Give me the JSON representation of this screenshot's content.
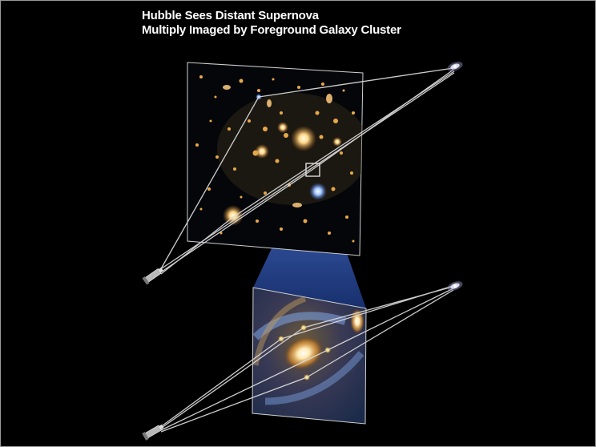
{
  "title": {
    "line1": "Hubble Sees Distant Supernova",
    "line2": "Multiply Imaged by Foreground Galaxy Cluster"
  },
  "colors": {
    "background": "#000000",
    "title_text": "#ffffff",
    "light_ray": "#d9d9d9",
    "projection_cone": "#2a4ea8",
    "supernova_image": "#ffe27a"
  },
  "icons": {
    "source_galaxy": "spiral-galaxy-icon",
    "observer": "hubble-telescope-icon"
  },
  "diagram": {
    "panels": [
      "galaxy-cluster-image",
      "zoomed-lensed-galaxy-image"
    ],
    "supernova_image_count": 4
  }
}
